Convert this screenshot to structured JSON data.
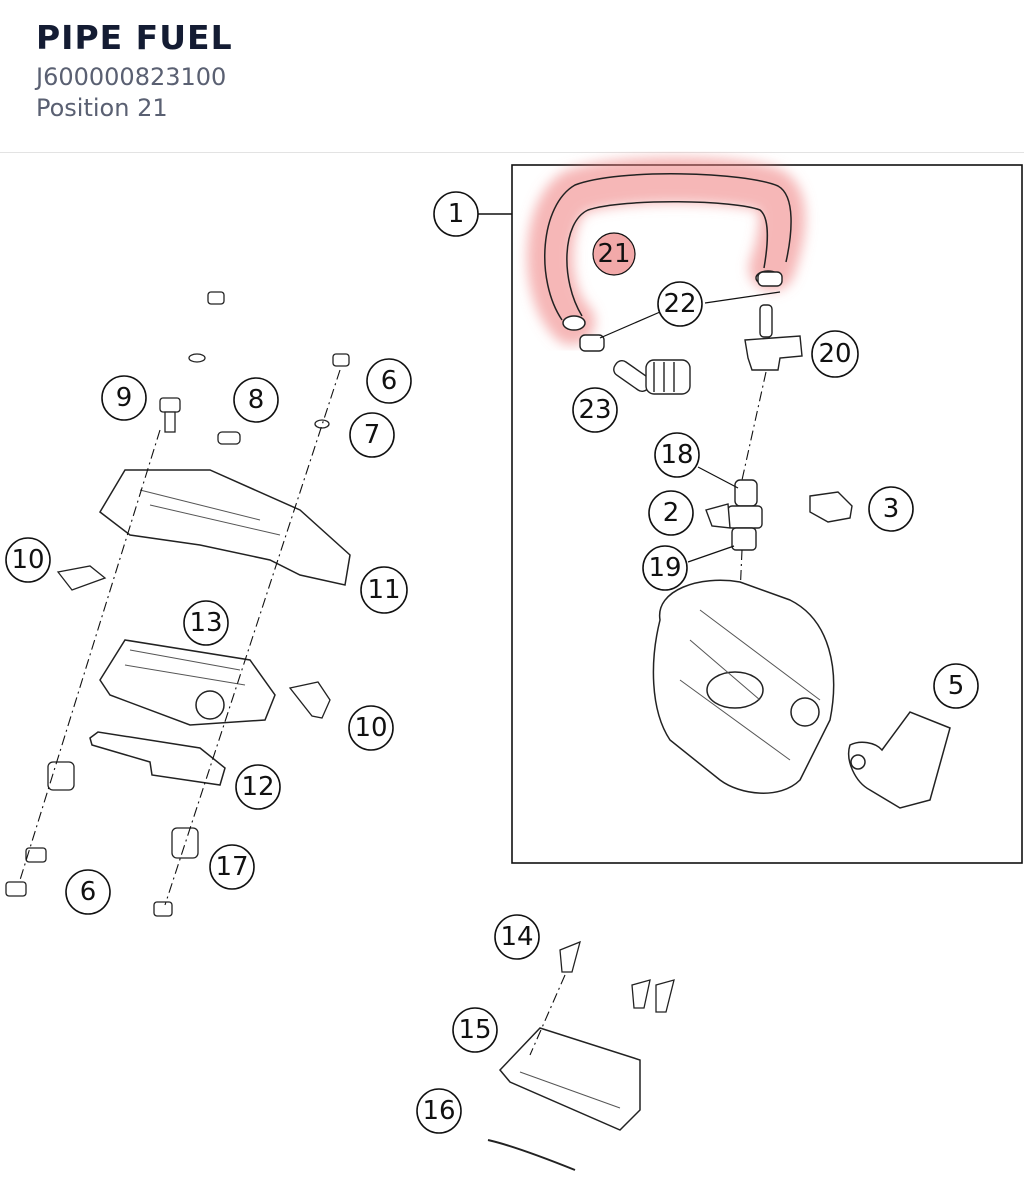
{
  "header": {
    "title": "PIPE FUEL",
    "part_number": "J600000823100",
    "position_label": "Position 21"
  },
  "colors": {
    "highlight": "#e85a5a",
    "title": "#141c33",
    "subtitle": "#5a6072",
    "line": "#111111"
  },
  "callouts": {
    "c1": "1",
    "c2": "2",
    "c3": "3",
    "c5": "5",
    "c6a": "6",
    "c6b": "6",
    "c7": "7",
    "c8": "8",
    "c9": "9",
    "c10a": "10",
    "c10b": "10",
    "c11": "11",
    "c12": "12",
    "c13": "13",
    "c14": "14",
    "c15": "15",
    "c16": "16",
    "c17": "17",
    "c18": "18",
    "c19": "19",
    "c20": "20",
    "c21": "21",
    "c22": "22",
    "c23": "23"
  },
  "highlighted_position": "21"
}
